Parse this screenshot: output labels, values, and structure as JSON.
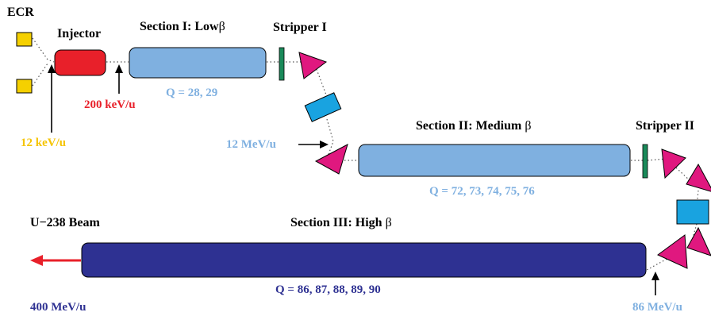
{
  "labels": {
    "ecr": "ECR",
    "injector": "Injector",
    "section1_title": "Section I: Low",
    "section2_title": "Section II: Medium",
    "section3_title": "Section III: High",
    "beta": "β",
    "stripper1": "Stripper I",
    "stripper2": "Stripper II",
    "beam_name": "U−238 Beam"
  },
  "energies": {
    "ecr_out": "12 keV/u",
    "injector_out": "200 keV/u",
    "section1_out": "12 MeV/u",
    "section2_out": "86 MeV/u",
    "final": "400 MeV/u"
  },
  "charge_states": {
    "section1": "Q = 28, 29",
    "section2": "Q = 72, 73, 74, 75, 76",
    "section3": "Q = 86, 87, 88, 89, 90"
  },
  "colors": {
    "ecr_source": "#f5d000",
    "injector": "#e8202a",
    "section1": "#7fb0e0",
    "section2": "#7fb0e0",
    "section3": "#2e3192",
    "stripper": "#1a8a5a",
    "dipole": "#e0187f",
    "quad_block": "#19a3e0",
    "beam_arrow": "#e8202a",
    "energy_ecr": "#f5c400",
    "energy_injector": "#e8202a",
    "energy_section1": "#7fb0e0",
    "energy_final": "#2e3192"
  }
}
